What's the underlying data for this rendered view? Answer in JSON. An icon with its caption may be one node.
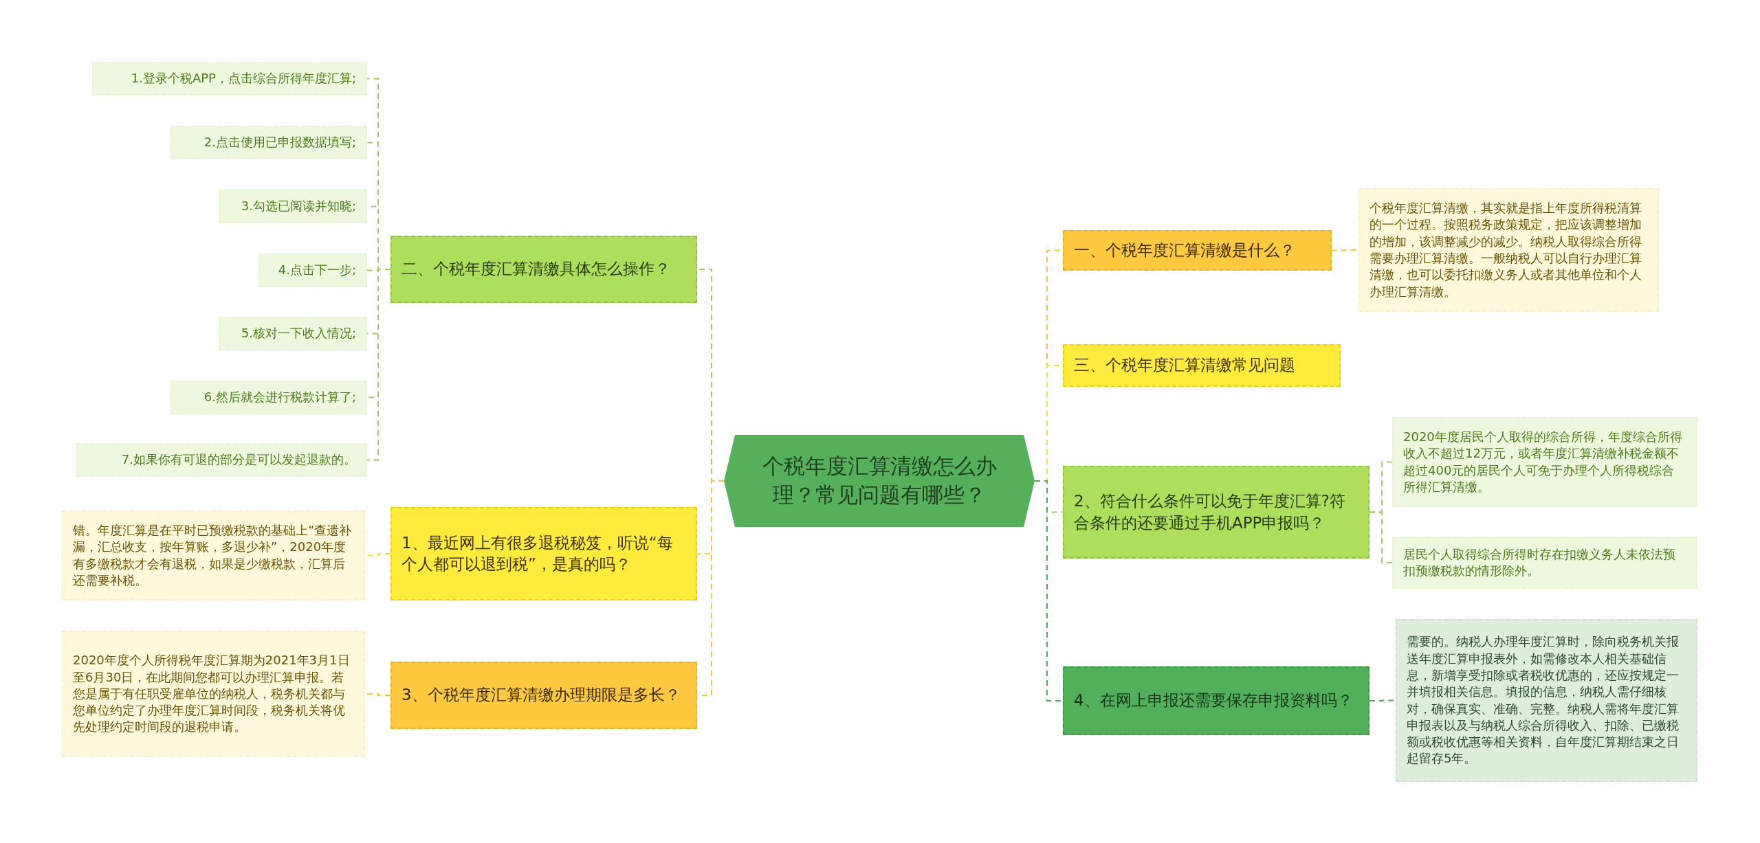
{
  "diagram": {
    "nodes": [
      {
        "text": [
          "个税年度汇算清缴怎么办理？常见问题有哪些？"
        ]
      },
      {
        "text": [
          "二、个税年度汇算清缴具体怎么操作？"
        ]
      },
      {
        "text": [
          "1.登录个税APP，点击综合所得年度汇算;"
        ]
      },
      {
        "text": [
          "2.点击使用已申报数据填写;"
        ]
      },
      {
        "text": [
          "3.勾选已阅读并知晓;"
        ]
      },
      {
        "text": [
          "4.点击下一步;"
        ]
      },
      {
        "text": [
          "5.核对一下收入情况;"
        ]
      },
      {
        "text": [
          "6.然后就会进行税款计算了;"
        ]
      },
      {
        "text": [
          "7.如果你有可退的部分是可以发起退款的。"
        ]
      },
      {
        "text": [
          "1、最近网上有很多退税秘笈，听说“每个人都可以退到税”，是真的吗？"
        ]
      },
      {
        "text": [
          "错。年度汇算是在平时已预缴税款的基础上“查遗补漏，汇总收支，按年算账，多退少补”，2020年度有多缴税款才会有退税，如果是少缴税款，汇算后还需要补税。"
        ]
      },
      {
        "text": [
          "3、个税年度汇算清缴办理期限是多长？"
        ]
      },
      {
        "text": [
          "2020年度个人所得税年度汇算期为2021年3月1日至6月30日，在此期间您都可以办理汇算申报。若您是属于有任职受雇单位的纳税人，税务机关都与您单位约定了办理年度汇算时间段，税务机关将优先处理约定时间段的退税申请。"
        ]
      },
      {
        "text": [
          "一、个税年度汇算清缴是什么？"
        ]
      },
      {
        "text": [
          "个税年度汇算清缴，其实就是指上年度所得税清算的一个过程。按照税务政策规定，把应该调整增加的增加，该调整减少的减少。纳税人取得综合所得需要办理汇算清缴。一般纳税人可以自行办理汇算清缴，也可以委托扣缴义务人或者其他单位和个人办理汇算清缴。"
        ]
      },
      {
        "text": [
          "三、个税年度汇算清缴常见问题"
        ]
      },
      {
        "text": [
          "2、符合什么条件可以免于年度汇算?符合条件的还要通过手机APP申报吗？"
        ]
      },
      {
        "text": [
          "2020年度居民个人取得的综合所得，年度综合所得收入不超过12万元，或者年度汇算清缴补税金额不超过400元的居民个人可免于办理个人所得税综合所得汇算清缴。"
        ]
      },
      {
        "text": [
          "居民个人取得综合所得时存在扣缴义务人未依法预扣预缴税款的情形除外。"
        ]
      },
      {
        "text": [
          "4、在网上申报还需要保存申报资料吗？"
        ]
      },
      {
        "text": [
          "需要的。纳税人办理年度汇算时，除向税务机关报送年度汇算申报表外，如需修改本人相关基础信息，新增享受扣除或者税收优惠的，还应按规定一并填报相关信息。填报的信息，纳税人需仔细核对，确保真实、准确、完整。纳税人需将年度汇算申报表以及与纳税人综合所得收入、扣除、已缴税额或税收优惠等相关资料，自年度汇算期结束之日起留存5年。"
        ]
      }
    ],
    "edges": [
      {
        "from": 0,
        "to": 1,
        "arrow": "none"
      },
      {
        "from": 1,
        "to": 2,
        "arrow": "none"
      },
      {
        "from": 1,
        "to": 3,
        "arrow": "none"
      },
      {
        "from": 1,
        "to": 4,
        "arrow": "none"
      },
      {
        "from": 1,
        "to": 5,
        "arrow": "none"
      },
      {
        "from": 1,
        "to": 6,
        "arrow": "none"
      },
      {
        "from": 1,
        "to": 7,
        "arrow": "none"
      },
      {
        "from": 1,
        "to": 8,
        "arrow": "none"
      },
      {
        "from": 0,
        "to": 9,
        "arrow": "none",
        "color": "#f5de2f"
      },
      {
        "from": 9,
        "to": 10,
        "arrow": "none",
        "color": "#f5de2f"
      },
      {
        "from": 0,
        "to": 11,
        "arrow": "none",
        "color": "#f7c33c"
      },
      {
        "from": 11,
        "to": 12,
        "arrow": "none",
        "color": "#f7c33c"
      },
      {
        "from": 0,
        "to": 13,
        "arrow": "none",
        "color": "#f7c33c"
      },
      {
        "from": 13,
        "to": 14,
        "arrow": "none",
        "color": "#f7c33c"
      },
      {
        "from": 0,
        "to": 15,
        "arrow": "none",
        "color": "#f5de2f"
      },
      {
        "from": 0,
        "to": 16,
        "arrow": "none"
      },
      {
        "from": 16,
        "to": 17,
        "arrow": "none"
      },
      {
        "from": 16,
        "to": 18,
        "arrow": "none"
      },
      {
        "from": 0,
        "to": 19,
        "arrow": "none",
        "color": "#4caf50"
      },
      {
        "from": 19,
        "to": 20,
        "arrow": "none",
        "color": "#4caf50"
      }
    ]
  }
}
